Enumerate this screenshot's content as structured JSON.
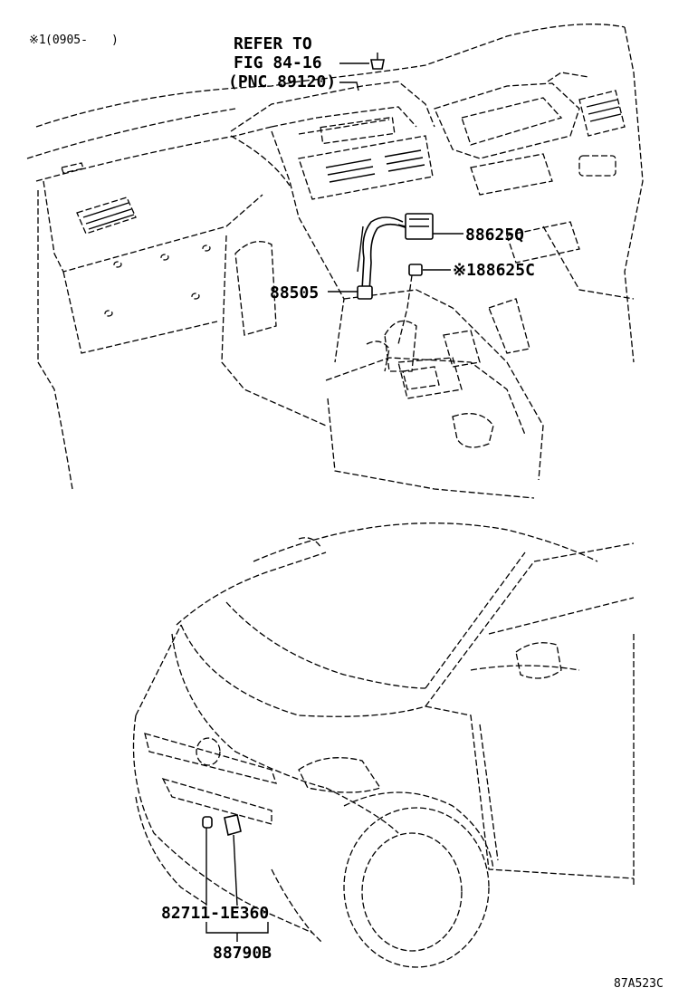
{
  "note": {
    "mark": "※1",
    "period": "(0905-　　)"
  },
  "reference": {
    "line1": "REFER TO",
    "line2": "FIG 84-16",
    "line3": "(PNC 89120)"
  },
  "parts": {
    "p88625Q": "88625Q",
    "p88625C": "※188625C",
    "p88505": "88505",
    "p82711": "82711-1E360",
    "p88790B": "88790B"
  },
  "diagram_code": "87A523C"
}
